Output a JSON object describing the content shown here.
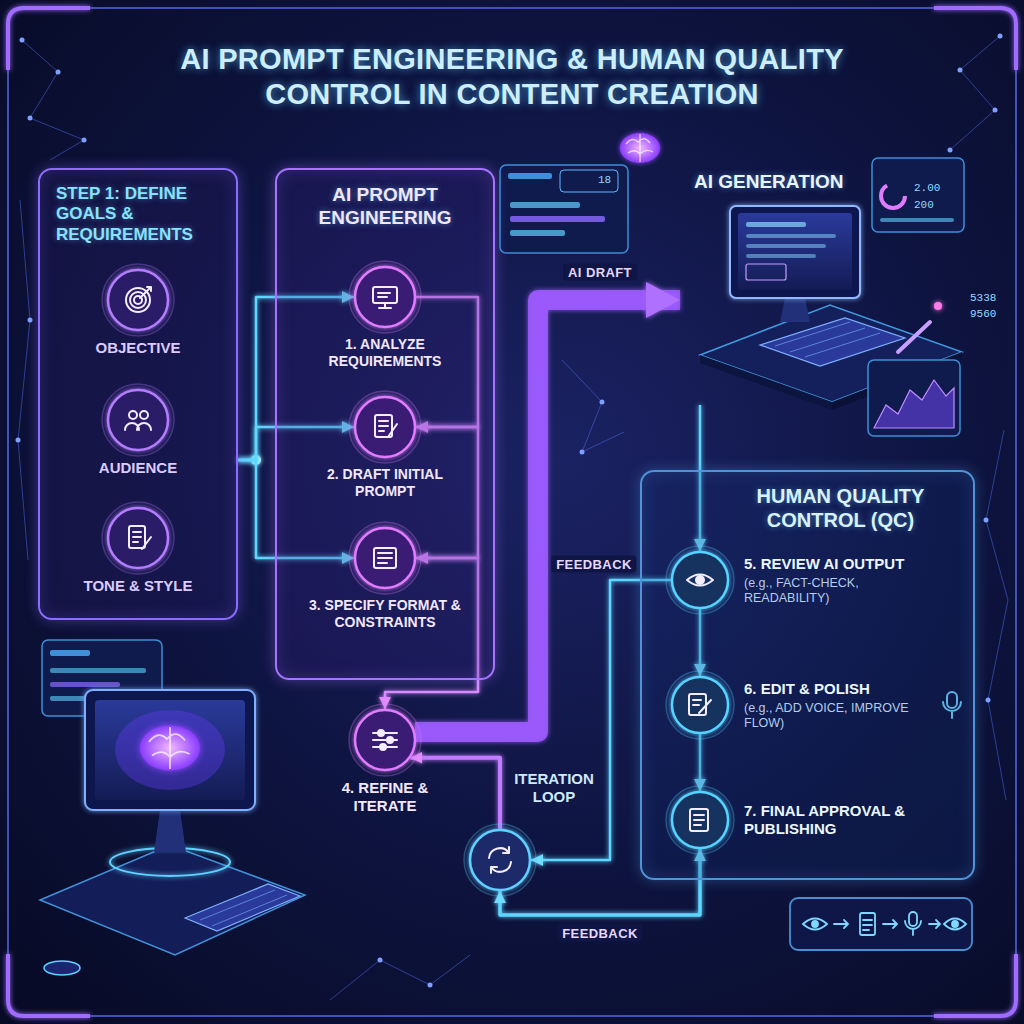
{
  "diagram": {
    "title": "AI PROMPT ENGINEERING & HUMAN QUALITY CONTROL IN CONTENT CREATION",
    "nodes": [
      {
        "text": [
          "STEP 1: DEFINE GOALS & REQUIREMENTS"
        ]
      },
      {
        "text": [
          "OBJECTIVE"
        ],
        "in": 0
      },
      {
        "text": [
          "AUDIENCE"
        ],
        "in": 0
      },
      {
        "text": [
          "TONE & STYLE"
        ],
        "in": 0
      },
      {
        "text": [
          "AI PROMPT ENGINEERING"
        ]
      },
      {
        "text": [
          "1. ANALYZE REQUIREMENTS"
        ],
        "in": 4
      },
      {
        "text": [
          "2. DRAFT INITIAL PROMPT"
        ],
        "in": 4
      },
      {
        "text": [
          "3. SPECIFY FORMAT & CONSTRAINTS"
        ],
        "in": 4
      },
      {
        "text": [
          "4. REFINE & ITERATE"
        ]
      },
      {
        "text": [
          "AI GENERATION"
        ]
      },
      {
        "text": [
          "HUMAN QUALITY CONTROL (QC)"
        ]
      },
      {
        "text": [
          "5. REVIEW AI OUTPUT",
          "(e.g., FACT-CHECK, READABILITY)"
        ],
        "in": 10
      },
      {
        "text": [
          "6. EDIT & POLISH",
          "(e.g., ADD VOICE, IMPROVE FLOW)"
        ],
        "in": 10
      },
      {
        "text": [
          "7. FINAL APPROVAL & PUBLISHING"
        ],
        "in": 10
      },
      {
        "text": [
          "ITERATION LOOP"
        ]
      }
    ],
    "edges": [
      {
        "from": 0,
        "to": 5,
        "arrow": "to"
      },
      {
        "from": 0,
        "to": 6,
        "arrow": "to"
      },
      {
        "from": 0,
        "to": 7,
        "arrow": "to"
      },
      {
        "from": 5,
        "to": 6,
        "arrow": "to"
      },
      {
        "from": 6,
        "to": 7,
        "arrow": "to"
      },
      {
        "from": 7,
        "to": 8,
        "arrow": "to"
      },
      {
        "from": 8,
        "to": 9,
        "label": "AI DRAFT",
        "arrow": "to"
      },
      {
        "from": 9,
        "to": 11,
        "arrow": "to"
      },
      {
        "from": 11,
        "to": 12,
        "arrow": "to"
      },
      {
        "from": 12,
        "to": 13,
        "arrow": "to"
      },
      {
        "from": 11,
        "to": 14,
        "label": "FEEDBACK",
        "arrow": "to"
      },
      {
        "from": 14,
        "to": 8,
        "arrow": "to"
      },
      {
        "from": 14,
        "to": 13,
        "label": "FEEDBACK",
        "arrow": "both"
      }
    ],
    "labels": [
      "18",
      "2.00",
      "200",
      "5338",
      "9560"
    ]
  }
}
